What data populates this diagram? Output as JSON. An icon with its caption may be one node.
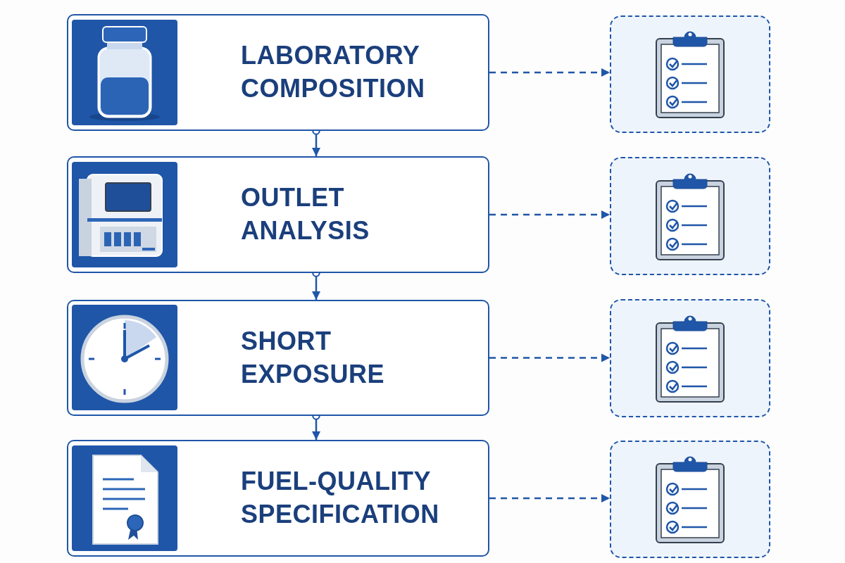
{
  "diagram": {
    "nodes": [
      {
        "text": [
          "LABORATORY COMPOSITION"
        ]
      },
      {
        "text": [
          "OUTLET ANALYSIS"
        ]
      },
      {
        "text": [
          "SHORT EXPOSURE"
        ]
      },
      {
        "text": [
          "FUEL-QUALITY SPECIFICATION"
        ]
      },
      {
        "text": [],
        "shape": "box"
      },
      {
        "text": [],
        "shape": "box"
      },
      {
        "text": [],
        "shape": "box"
      },
      {
        "text": [],
        "shape": "box"
      }
    ],
    "edges": [
      {
        "from": 0,
        "to": 1,
        "arrow": "to"
      },
      {
        "from": 1,
        "to": 2,
        "arrow": "to"
      },
      {
        "from": 2,
        "to": 3,
        "arrow": "to"
      },
      {
        "from": 0,
        "to": 4,
        "arrow": "to",
        "style": "dashed"
      },
      {
        "from": 1,
        "to": 5,
        "arrow": "to",
        "style": "dashed"
      },
      {
        "from": 2,
        "to": 6,
        "arrow": "to",
        "style": "dashed"
      },
      {
        "from": 3,
        "to": 7,
        "arrow": "to",
        "style": "dashed"
      }
    ]
  }
}
